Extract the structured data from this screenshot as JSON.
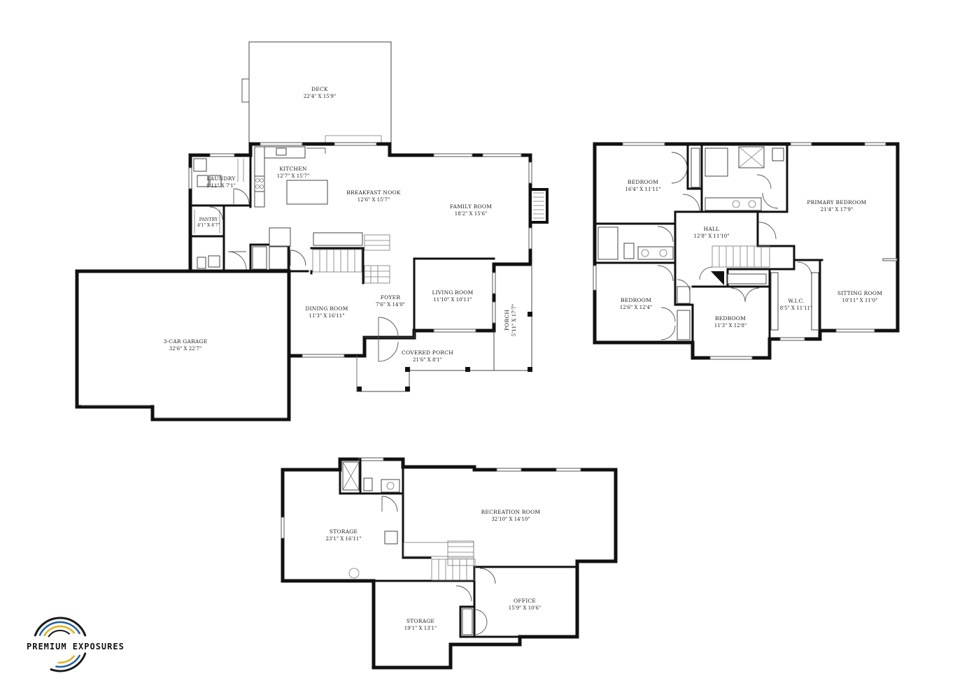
{
  "rooms": {
    "deck": {
      "name": "DECK",
      "dim": "22'4\" X 15'9\""
    },
    "kitchen": {
      "name": "KITCHEN",
      "dim": "12'7\" X 15'7\""
    },
    "breakfast_nook": {
      "name": "BREAKFAST NOOK",
      "dim": "12'6\" X 15'7\""
    },
    "family_room": {
      "name": "FAMILY ROOM",
      "dim": "18'2\" X 15'6\""
    },
    "laundry": {
      "name": "LAUNDRY",
      "dim": "8'11\" X 7'1\""
    },
    "pantry": {
      "name": "PANTRY",
      "dim": "4'1\" X 4'7\""
    },
    "garage": {
      "name": "3-CAR GARAGE",
      "dim": "32'6\" X 22'7\""
    },
    "dining_room": {
      "name": "DINING ROOM",
      "dim": "11'3\" X 16'11\""
    },
    "foyer": {
      "name": "FOYER",
      "dim": "7'6\" X 14'0\""
    },
    "living_room": {
      "name": "LIVING ROOM",
      "dim": "11'10\" X 10'11\""
    },
    "porch": {
      "name": "PORCH",
      "dim": "5'11\" X 17'7\""
    },
    "covered_porch": {
      "name": "COVERED PORCH",
      "dim": "21'6\" X 8'1\""
    },
    "bedroom_1": {
      "name": "BEDROOM",
      "dim": "16'4\" X 11'11\""
    },
    "hall": {
      "name": "HALL",
      "dim": "12'8\" X 11'10\""
    },
    "primary_bedroom": {
      "name": "PRIMARY BEDROOM",
      "dim": "21'4\" X 17'9\""
    },
    "bedroom_2": {
      "name": "BEDROOM",
      "dim": "12'6\" X 12'4\""
    },
    "bedroom_3": {
      "name": "BEDROOM",
      "dim": "11'3\" X 12'8\""
    },
    "wic": {
      "name": "W.I.C.",
      "dim": "8'5\" X 11'11\""
    },
    "sitting_room": {
      "name": "SITTING ROOM",
      "dim": "10'11\" X 11'0\""
    },
    "storage_1": {
      "name": "STORAGE",
      "dim": "23'1\" X 16'11\""
    },
    "recreation_room": {
      "name": "RECREATION ROOM",
      "dim": "32'10\" X 14'10\""
    },
    "storage_2": {
      "name": "STORAGE",
      "dim": "19'1\" X 13'1\""
    },
    "office": {
      "name": "OFFICE",
      "dim": "15'9\" X 10'6\""
    }
  },
  "logo": {
    "text": "PREMIUM EXPOSURES",
    "colors": [
      "#1a1a1a",
      "#1f5fa8",
      "#e0b21a"
    ]
  }
}
